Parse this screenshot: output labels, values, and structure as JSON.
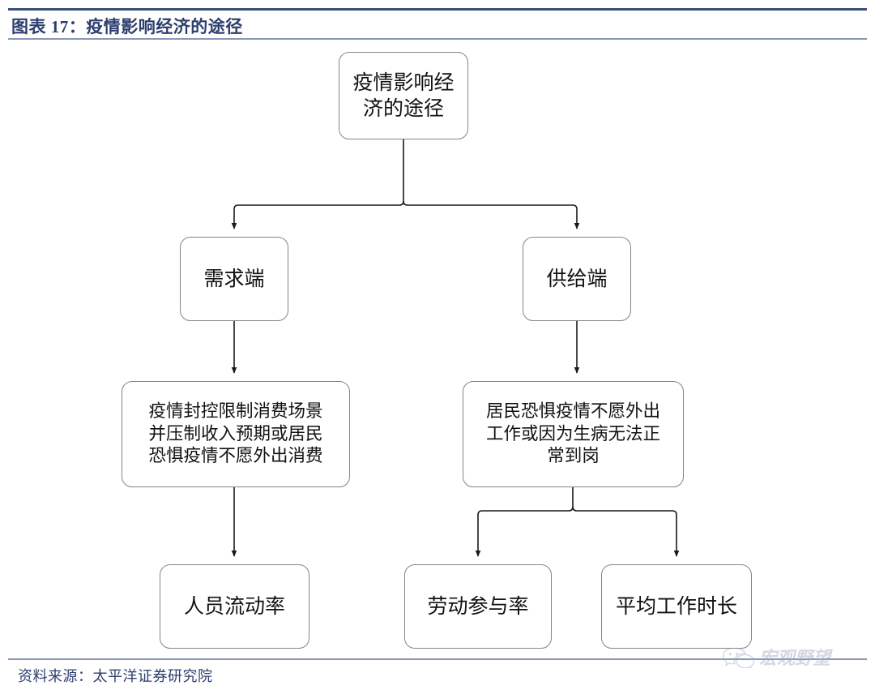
{
  "header": {
    "title": "图表 17：疫情影响经济的途径",
    "rule_color": "#3d4f7c"
  },
  "diagram": {
    "type": "flowchart",
    "orientation": "top-down",
    "node_border_color": "#858585",
    "node_fill_color": "#ffffff",
    "connector_color": "#1a1a1a",
    "nodes": {
      "root": {
        "label": "疫情影响经\n济的途径"
      },
      "demand": {
        "label": "需求端"
      },
      "supply": {
        "label": "供给端"
      },
      "demand_detail": {
        "label": "疫情封控限制消费场景\n并压制收入预期或居民\n恐惧疫情不愿外出消费"
      },
      "supply_detail": {
        "label": "居民恐惧疫情不愿外出\n工作或因为生病无法正\n常到岗"
      },
      "mobility": {
        "label": "人员流动率"
      },
      "labor_participation": {
        "label": "劳动参与率"
      },
      "working_hours": {
        "label": "平均工作时长"
      }
    },
    "edges": [
      {
        "from": "root",
        "to": "demand"
      },
      {
        "from": "root",
        "to": "supply"
      },
      {
        "from": "demand",
        "to": "demand_detail"
      },
      {
        "from": "supply",
        "to": "supply_detail"
      },
      {
        "from": "demand_detail",
        "to": "mobility"
      },
      {
        "from": "supply_detail",
        "to": "labor_participation"
      },
      {
        "from": "supply_detail",
        "to": "working_hours"
      }
    ]
  },
  "footer": {
    "source": "资料来源：太平洋证券研究院"
  },
  "watermark": {
    "icon": "wechat-icon",
    "label": "宏观野望",
    "color": "#9aa2bd"
  }
}
